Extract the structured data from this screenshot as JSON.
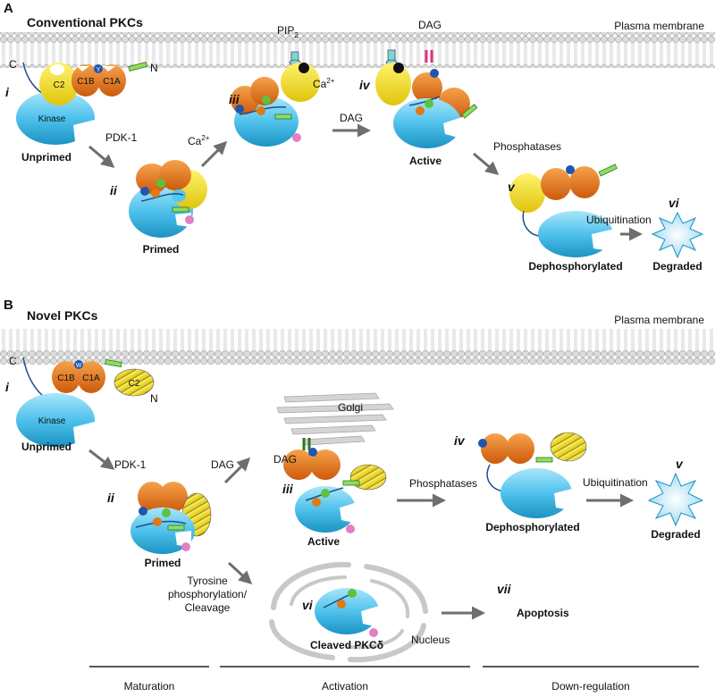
{
  "panel_a": {
    "letter": "A",
    "title": "Conventional PKCs",
    "membrane_label": "Plasma membrane",
    "stages": {
      "i": {
        "numeral": "i",
        "label": "Unprimed"
      },
      "ii": {
        "numeral": "ii",
        "label": "Primed"
      },
      "iii": {
        "numeral": "iii"
      },
      "iv": {
        "numeral": "iv",
        "label": "Active"
      },
      "v": {
        "numeral": "v",
        "label": "Dephosphorylated"
      },
      "vi": {
        "numeral": "vi",
        "label": "Degraded"
      }
    },
    "domains": {
      "c2": "C2",
      "c1b": "C1B",
      "c1a": "C1A",
      "kinase": "Kinase",
      "c_term": "C",
      "n_term": "N",
      "y": "Y"
    },
    "arrows": {
      "pdk1": "PDK-1",
      "ca": "Ca",
      "ca_sup": "2+",
      "dag": "DAG",
      "phosphatases": "Phosphatases",
      "ubiquitination": "Ubiquitination"
    },
    "annotations": {
      "pip2": "PIP",
      "pip2_sub": "2",
      "dag_top": "DAG",
      "ca_ion": "Ca",
      "ca_ion_sup": "2+"
    }
  },
  "panel_b": {
    "letter": "B",
    "title": "Novel PKCs",
    "membrane_label": "Plasma membrane",
    "stages": {
      "i": {
        "numeral": "i",
        "label": "Unprimed"
      },
      "ii": {
        "numeral": "ii",
        "label": "Primed"
      },
      "iii": {
        "numeral": "iii",
        "label": "Active"
      },
      "iv": {
        "numeral": "iv",
        "label": "Dephosphorylated"
      },
      "v": {
        "numeral": "v",
        "label": "Degraded"
      },
      "vi": {
        "numeral": "vi",
        "label": "Cleaved PKCδ"
      },
      "vii": {
        "numeral": "vii",
        "label": "Apoptosis"
      }
    },
    "domains": {
      "c1b": "C1B",
      "c1a": "C1A",
      "c2": "C2",
      "kinase": "Kinase",
      "c_term": "C",
      "n_term": "N",
      "w": "W"
    },
    "arrows": {
      "pdk1": "PDK-1",
      "dag": "DAG",
      "phosphatases": "Phosphatases",
      "ubiquitination": "Ubiquitination",
      "tyrosine_1": "Tyrosine",
      "tyrosine_2": "phosphorylation/",
      "tyrosine_3": "Cleavage"
    },
    "annotations": {
      "golgi": "Golgi",
      "dag_golgi": "DAG",
      "nucleus": "Nucleus"
    }
  },
  "phases": {
    "maturation": "Maturation",
    "activation": "Activation",
    "down_regulation": "Down-regulation"
  },
  "colors": {
    "kinase": "#55c6ee",
    "c1": "#e8751a",
    "c2": "#f2e12a",
    "phospho_green": "#5ec23a",
    "phospho_orange": "#e07a12",
    "phospho_pink": "#e27fc6",
    "membrane_head": "#d9d9d9",
    "arrow": "#6e6e6e",
    "degraded": "#cfefff"
  }
}
